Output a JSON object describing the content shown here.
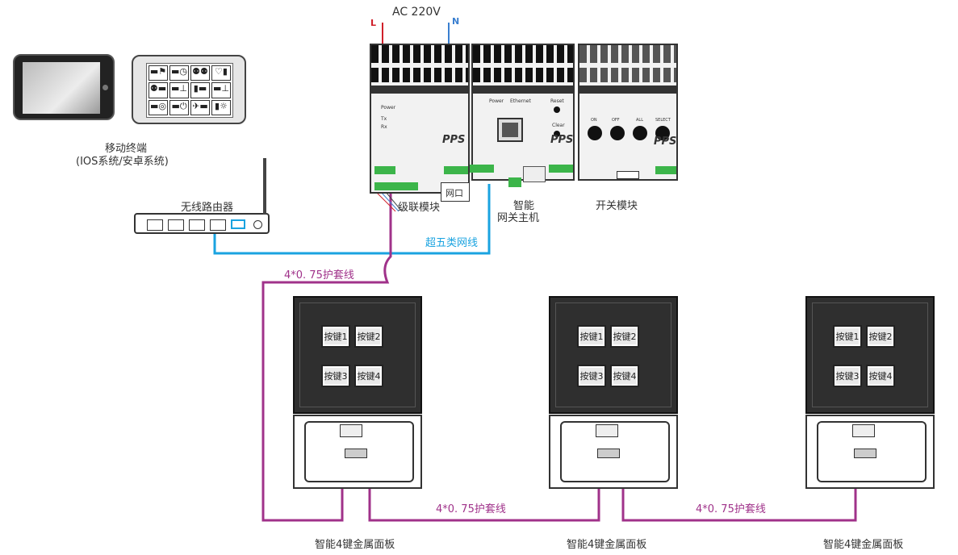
{
  "power": {
    "title": "AC 220V",
    "live": "L",
    "neutral": "N"
  },
  "mobile": {
    "line1": "移动终端",
    "line2": "(IOS系统/安卓系统)"
  },
  "router": {
    "label": "无线路由器"
  },
  "modules": {
    "cascade": {
      "label": "级联模块",
      "port_label": "网口",
      "leds": [
        "Power",
        "Tx",
        "Rx"
      ],
      "brand": "PPS"
    },
    "gateway": {
      "label_line1": "智能",
      "label_line2": "网关主机",
      "leds": [
        "Power",
        "Ethernet",
        "Reset",
        "Clear"
      ],
      "port": "Ethernet",
      "brand": "PPS"
    },
    "switch": {
      "label": "开关模块",
      "buttons": [
        "ON",
        "OFF",
        "ALL",
        "SELECT"
      ],
      "brand": "PPS"
    }
  },
  "cables": {
    "ethernet": "超五类网线",
    "sheath_top": "4*0. 75护套线",
    "sheath_mid": "4*0. 75护套线",
    "sheath_right": "4*0. 75护套线"
  },
  "panels": [
    {
      "label": "智能4键金属面板",
      "keys": [
        "按键1",
        "按键2",
        "按键3",
        "按键4"
      ]
    },
    {
      "label": "智能4键金属面板",
      "keys": [
        "按键1",
        "按键2",
        "按键3",
        "按键4"
      ]
    },
    {
      "label": "智能4键金属面板",
      "keys": [
        "按键1",
        "按键2",
        "按键3",
        "按键4"
      ]
    }
  ],
  "colors": {
    "ethernet": "#1aa3e0",
    "sheath": "#a0328a",
    "live": "#d0202a",
    "neutral": "#3a7fd0"
  }
}
